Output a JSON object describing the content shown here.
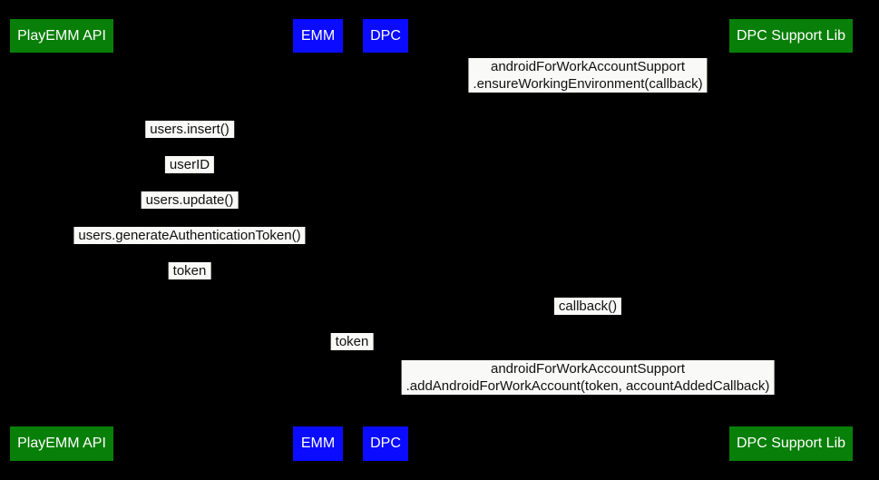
{
  "colors": {
    "background": "#000000",
    "actor_green": "#087f08",
    "actor_blue": "#0b0bff",
    "actor_text": "#ffffff",
    "message_bg": "#f9f9f8",
    "message_text": "#111111"
  },
  "diagram": {
    "type": "sequence",
    "actors": [
      {
        "id": "playemm-api",
        "label": "PlayEMM API",
        "color_key": "actor_green"
      },
      {
        "id": "emm",
        "label": "EMM",
        "color_key": "actor_blue"
      },
      {
        "id": "dpc",
        "label": "DPC",
        "color_key": "actor_blue"
      },
      {
        "id": "dpc-support-lib",
        "label": "DPC Support Lib",
        "color_key": "actor_green"
      }
    ],
    "messages": [
      {
        "id": "ensure-working-environment",
        "lines": [
          "androidForWorkAccountSupport",
          ".ensureWorkingEnvironment(callback)"
        ]
      },
      {
        "id": "users-insert",
        "lines": [
          "users.insert()"
        ]
      },
      {
        "id": "user-id",
        "lines": [
          "userID"
        ]
      },
      {
        "id": "users-update",
        "lines": [
          "users.update()"
        ]
      },
      {
        "id": "users-generate-auth-token",
        "lines": [
          "users.generateAuthenticationToken()"
        ]
      },
      {
        "id": "token-to-emm",
        "lines": [
          "token"
        ]
      },
      {
        "id": "callback",
        "lines": [
          "callback()"
        ]
      },
      {
        "id": "token-to-dpc",
        "lines": [
          "token"
        ]
      },
      {
        "id": "add-android-for-work-account",
        "lines": [
          "androidForWorkAccountSupport",
          ".addAndroidForWorkAccount(token, accountAddedCallback)"
        ]
      }
    ]
  }
}
